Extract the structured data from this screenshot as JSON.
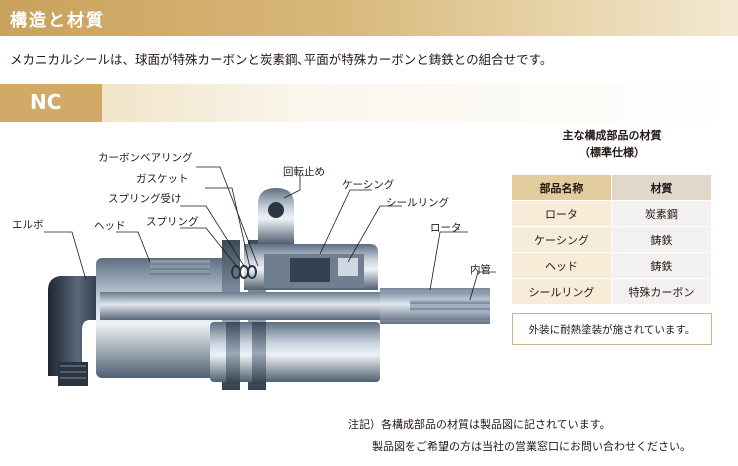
{
  "section": {
    "title": "構造と材質"
  },
  "intro": {
    "text": "メカニカルシールは、球面が特殊カーボンと炭素鋼､平面が特殊カーボンと鋳鉄との組合せです。"
  },
  "model": {
    "name": "NC"
  },
  "diagram": {
    "labels": {
      "carbon_bearing": "カーボンベアリング",
      "gasket": "ガスケット",
      "spring_seat": "スプリング受け",
      "spring": "スプリング",
      "head": "ヘッド",
      "elbow": "エルボ",
      "anti_rotation": "回転止め",
      "casing": "ケーシング",
      "seal_ring": "シールリング",
      "rotor": "ロータ",
      "inner_pipe": "内管"
    }
  },
  "materials": {
    "title_line1": "主な構成部品の材質",
    "title_line2": "（標準仕様）",
    "headers": [
      "部品名称",
      "材質"
    ],
    "rows": [
      [
        "ロータ",
        "炭素鋼"
      ],
      [
        "ケーシング",
        "鋳鉄"
      ],
      [
        "ヘッド",
        "鋳鉄"
      ],
      [
        "シールリング",
        "特殊カーボン"
      ]
    ],
    "note": "外装に耐熱塗装が施されています。"
  },
  "footnotes": {
    "line1": "注記）各構成部品の材質は製品図に記されています。",
    "line2": "製品図をご希望の方は当社の営業窓口にお問い合わせください。"
  },
  "colors": {
    "accent": "#d0aa66",
    "table_header": "#e3cd9e"
  }
}
